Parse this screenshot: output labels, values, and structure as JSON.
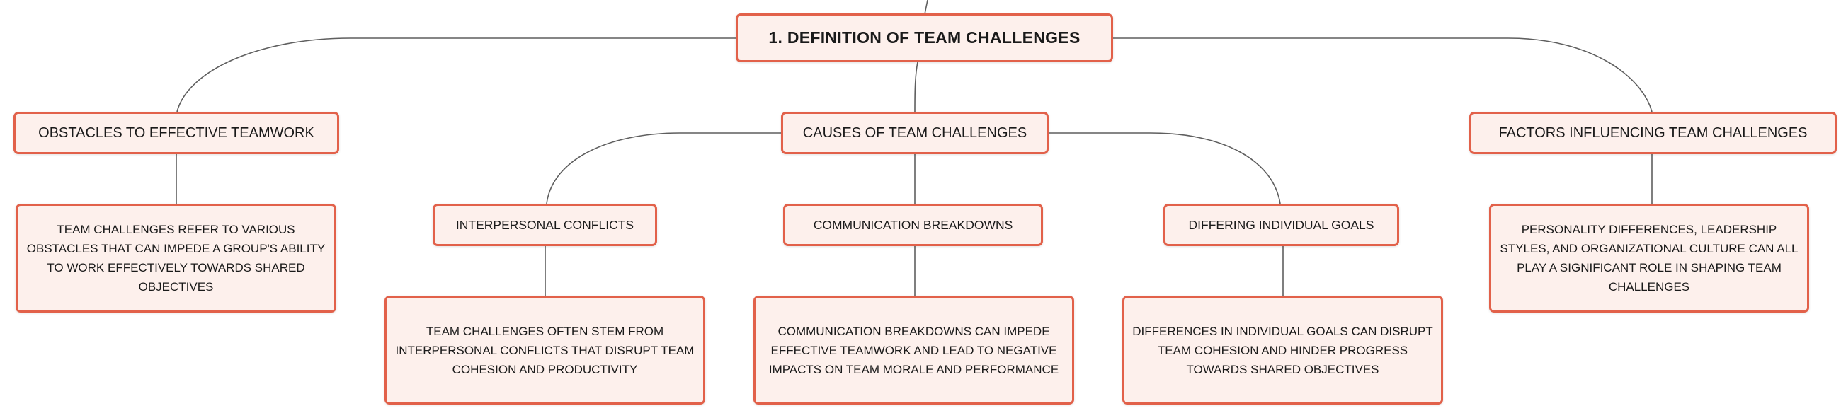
{
  "accent_color": "#e2614a",
  "fill_color": "#fdf0ec",
  "root": {
    "label": "1. DEFINITION OF TEAM CHALLENGES"
  },
  "branches": {
    "obstacles": {
      "label": "OBSTACLES TO EFFECTIVE TEAMWORK",
      "detail": "TEAM CHALLENGES REFER TO VARIOUS OBSTACLES THAT CAN IMPEDE A GROUP'S ABILITY TO WORK EFFECTIVELY TOWARDS SHARED OBJECTIVES"
    },
    "causes": {
      "label": "CAUSES OF TEAM CHALLENGES",
      "children": {
        "interpersonal": {
          "label": "INTERPERSONAL CONFLICTS",
          "detail": "TEAM CHALLENGES OFTEN STEM FROM INTERPERSONAL CONFLICTS THAT DISRUPT TEAM COHESION AND PRODUCTIVITY"
        },
        "communication": {
          "label": "COMMUNICATION BREAKDOWNS",
          "detail": "COMMUNICATION BREAKDOWNS CAN IMPEDE EFFECTIVE TEAMWORK AND LEAD TO NEGATIVE IMPACTS ON TEAM MORALE AND PERFORMANCE"
        },
        "goals": {
          "label": "DIFFERING INDIVIDUAL GOALS",
          "detail": "DIFFERENCES IN INDIVIDUAL GOALS CAN DISRUPT TEAM COHESION AND HINDER PROGRESS TOWARDS SHARED OBJECTIVES"
        }
      }
    },
    "factors": {
      "label": "FACTORS INFLUENCING TEAM CHALLENGES",
      "detail": "PERSONALITY DIFFERENCES, LEADERSHIP STYLES, AND ORGANIZATIONAL CULTURE CAN ALL PLAY A SIGNIFICANT ROLE IN SHAPING TEAM CHALLENGES"
    }
  }
}
